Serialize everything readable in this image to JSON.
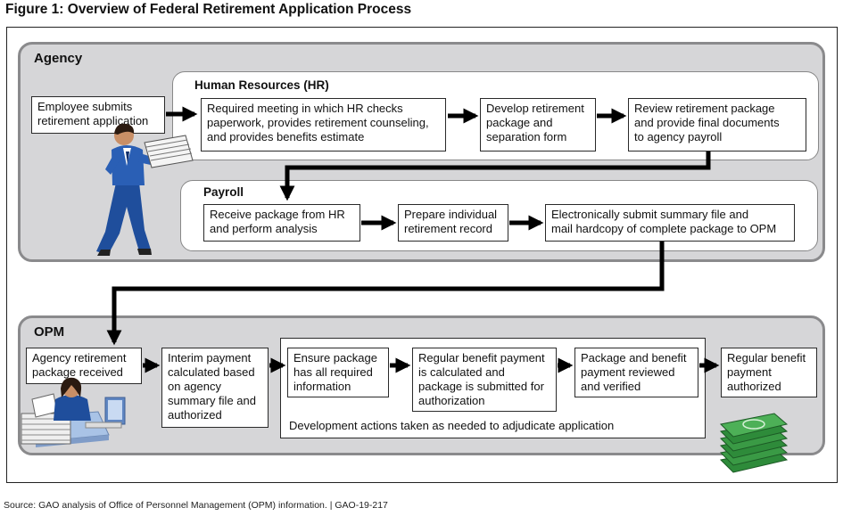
{
  "title": "Figure 1: Overview of Federal Retirement Application Process",
  "source": "Source: GAO analysis of Office of Personnel Management (OPM) information.  |  GAO-19-217",
  "agency": {
    "label": "Agency",
    "employee_step": "Employee submits\nretirement application",
    "hr": {
      "label": "Human Resources (HR)",
      "steps": [
        "Required meeting in which HR checks\npaperwork, provides retirement counseling,\nand provides benefits estimate",
        "Develop retirement\npackage and\nseparation form",
        "Review retirement package\nand provide final documents\nto agency payroll"
      ]
    },
    "payroll": {
      "label": "Payroll",
      "steps": [
        "Receive package from HR\nand perform analysis",
        "Prepare individual\nretirement record",
        "Electronically submit summary file and\nmail hardcopy of complete package to OPM"
      ]
    }
  },
  "opm": {
    "label": "OPM",
    "steps": [
      "Agency retirement\npackage received",
      "Interim payment\ncalculated based\non agency\nsummary file and\nauthorized",
      "Ensure package\nhas all required\ninformation",
      "Regular benefit payment\nis calculated and\npackage is submitted for\nauthorization",
      "Package and benefit\npayment reviewed\nand verified",
      "Regular benefit\npayment\nauthorized"
    ],
    "development_note": "Development actions taken as needed to adjudicate application"
  },
  "colors": {
    "section_fill": "#d6d6d8",
    "section_border": "#8a8a8c",
    "arrow": "#000000",
    "suit_blue": "#1f4e9c",
    "money_green": "#2e8b3a"
  },
  "icons": [
    "employee-figure-icon",
    "paper-stack-icon",
    "opm-clerk-icon",
    "money-stack-icon"
  ]
}
